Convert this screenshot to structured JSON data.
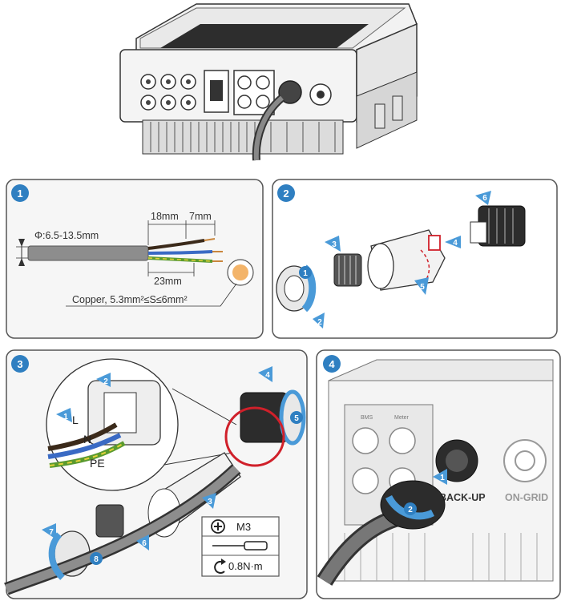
{
  "colors": {
    "step_badge": "#2f7fc1",
    "arrow": "#4a9ad8",
    "highlight": "#d0202a",
    "panel_border": "#555555",
    "panel_fill": "#f6f6f6",
    "copper": "#f3b46a"
  },
  "panels": [
    {
      "step": "1"
    },
    {
      "step": "2"
    },
    {
      "step": "3"
    },
    {
      "step": "4"
    }
  ],
  "step1": {
    "diameter_label": "Φ:6.5-13.5mm",
    "strip_outer_label": "18mm",
    "strip_inner_label": "7mm",
    "sheath_label": "23mm",
    "conductor_label": "Copper, 5.3mm²≤S≤6mm²"
  },
  "step2": {
    "arrows": [
      "1",
      "2",
      "3",
      "4",
      "5",
      "6"
    ]
  },
  "step3": {
    "arrows": [
      "1",
      "2",
      "3",
      "4",
      "5",
      "6",
      "7",
      "8"
    ],
    "wire_labels": {
      "L": "L",
      "N": "N",
      "PE": "PE"
    },
    "screw_size": "M3",
    "torque": "0.8N·m",
    "icons": [
      "phillips-screw-icon",
      "screwdriver-icon",
      "clockwise-torque-icon"
    ]
  },
  "step4": {
    "arrows": [
      "1",
      "2"
    ],
    "port_labels": {
      "bms": "BMS",
      "meter": "Meter"
    },
    "backup_label": "BACK-UP",
    "ongrid_label": "ON-GRID"
  }
}
